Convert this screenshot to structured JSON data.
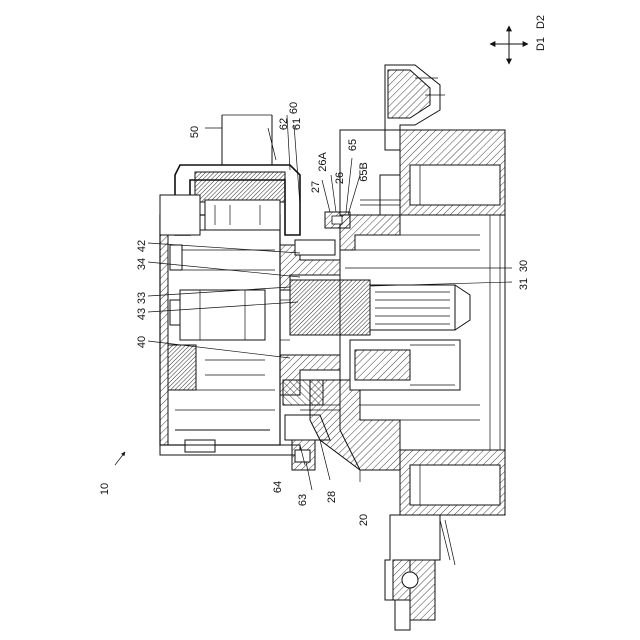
{
  "figure": {
    "assembly_ref": "10",
    "direction_labels": {
      "d1": "D1",
      "d2": "D2"
    },
    "callouts": {
      "c20": "20",
      "c26": "26",
      "c26a": "26A",
      "c27": "27",
      "c28": "28",
      "c30": "30",
      "c31": "31",
      "c33": "33",
      "c34": "34",
      "c40": "40",
      "c42": "42",
      "c43": "43",
      "c50": "50",
      "c60": "60",
      "c61": "61",
      "c62": "62",
      "c63": "63",
      "c64": "64",
      "c65": "65",
      "c65b": "65B"
    }
  }
}
